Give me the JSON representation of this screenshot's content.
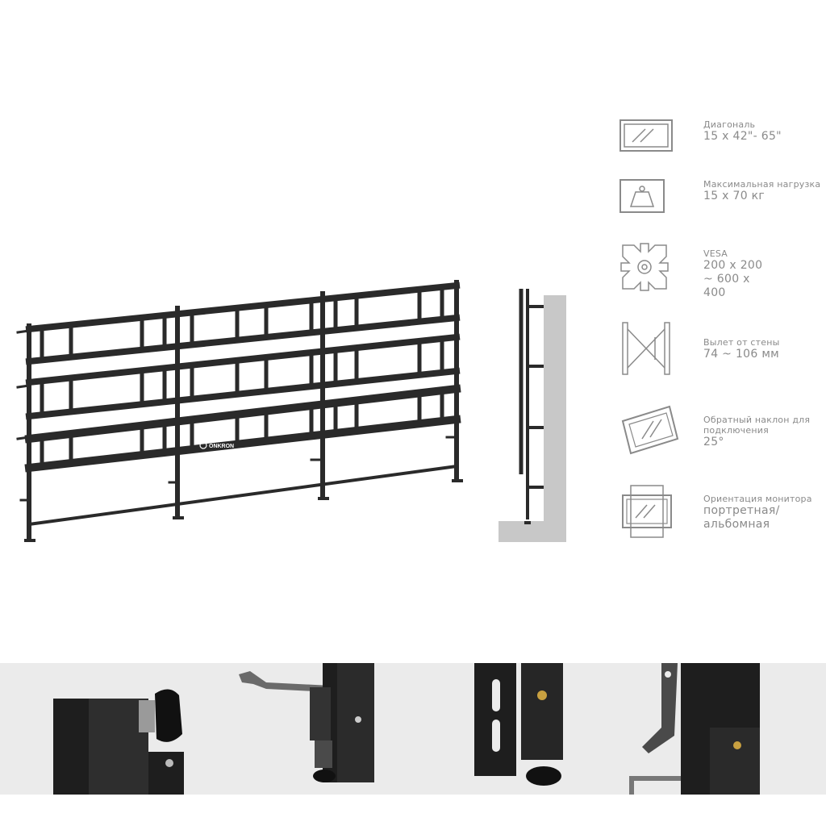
{
  "brand": {
    "logo_text": "ONKRON"
  },
  "specs": [
    {
      "icon": "screen-diagonal-icon",
      "label": "Диагональ",
      "value": "15 x 42\"- 65\""
    },
    {
      "icon": "weight-icon",
      "label": "Максимальная нагрузка",
      "value": "15 x 70 кг"
    },
    {
      "icon": "vesa-plate-icon",
      "label": "VESA",
      "value": "200 x 200 ~ 600 x 400"
    },
    {
      "icon": "wall-distance-icon",
      "label": "Вылет от стены",
      "value": "74 ~ 106 мм"
    },
    {
      "icon": "tilt-icon",
      "label": "Обратный наклон для подключения",
      "value": "25°"
    },
    {
      "icon": "orientation-icon",
      "label": "Ориентация монитора",
      "value": "портретная/ альбомная"
    }
  ],
  "colors": {
    "frame": "#2a2a2a",
    "icon_stroke": "#8a8a8a",
    "text": "#8a8a8a",
    "wall": "#c8c8c8",
    "strip": "#ebebeb"
  }
}
